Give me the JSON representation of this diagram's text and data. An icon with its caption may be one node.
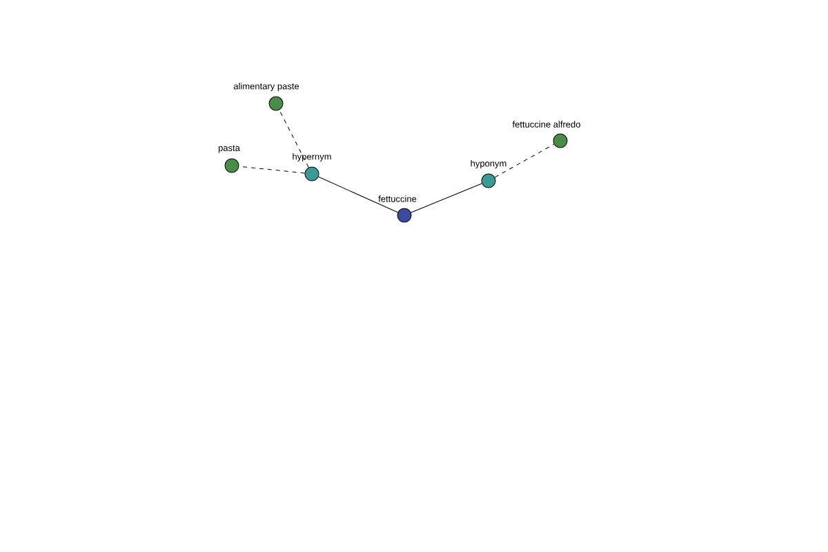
{
  "diagram": {
    "nodes": [
      {
        "text": [
          "fettuccine"
        ]
      },
      {
        "text": [
          "hypernym"
        ]
      },
      {
        "text": [
          "hyponym"
        ]
      },
      {
        "text": [
          "alimentary paste"
        ]
      },
      {
        "text": [
          "pasta"
        ]
      },
      {
        "text": [
          "fettuccine alfredo"
        ]
      }
    ],
    "edges": [
      {
        "from": 0,
        "to": 1,
        "arrow": "none"
      },
      {
        "from": 0,
        "to": 2,
        "arrow": "none"
      },
      {
        "from": 1,
        "to": 3,
        "arrow": "none",
        "style": "dashed"
      },
      {
        "from": 1,
        "to": 4,
        "arrow": "none",
        "style": "dashed"
      },
      {
        "from": 2,
        "to": 5,
        "arrow": "none",
        "style": "dashed"
      }
    ]
  }
}
